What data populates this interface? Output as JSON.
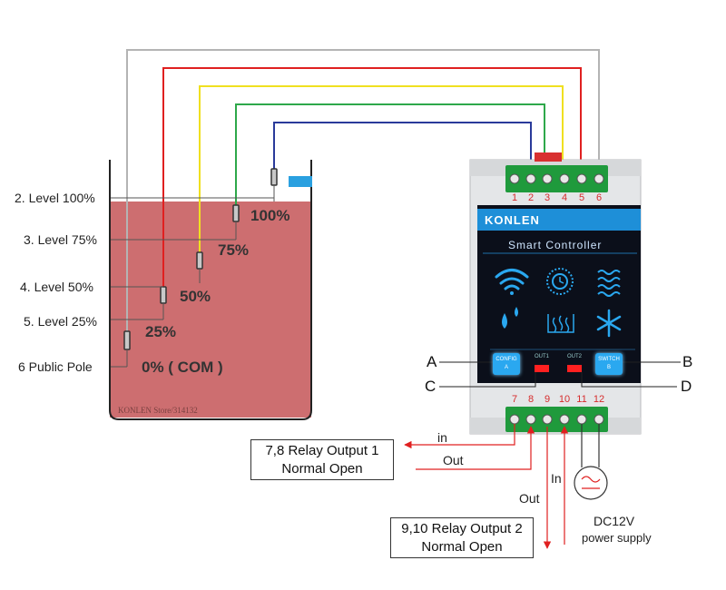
{
  "levels": [
    {
      "label": "2. Level 100%",
      "pct": "100%"
    },
    {
      "label": "3. Level 75%",
      "pct": "75%"
    },
    {
      "label": "4. Level 50%",
      "pct": "50%"
    },
    {
      "label": "5. Level 25%",
      "pct": "25%"
    },
    {
      "label": "6 Public Pole",
      "pct": "0% ( COM )"
    }
  ],
  "tank_watermark": "KONLEN Store/314132",
  "controller": {
    "brand": "KONLEN",
    "subtitle": "Smart Controller",
    "top_terminals": [
      "1",
      "2",
      "3",
      "4",
      "5",
      "6"
    ],
    "bottom_terminals": [
      "7",
      "8",
      "9",
      "10",
      "11",
      "12"
    ],
    "config_button": {
      "line1": "CONFIG",
      "line2": "A"
    },
    "switch_button": {
      "line1": "SWITCH",
      "line2": "B"
    },
    "out1_label": "OUT1",
    "out2_label": "OUT2",
    "icons": [
      "wifi-icon",
      "clock-icon",
      "water-waves-icon",
      "droplets-icon",
      "heating-icon",
      "snowflake-icon"
    ]
  },
  "callouts": {
    "a": "A",
    "b": "B",
    "c": "C",
    "d": "D"
  },
  "relay1": {
    "line1": "7,8 Relay Output 1",
    "line2": "Normal Open",
    "in_label": "in",
    "out_label": "Out"
  },
  "relay2": {
    "line1": "9,10 Relay Output 2",
    "line2": "Normal Open",
    "in_label": "In",
    "out_label": "Out"
  },
  "power": {
    "line1": "DC12V",
    "line2": "power supply"
  },
  "colors": {
    "gray_wire": "#b4b4b4",
    "red_wire": "#e02020",
    "yellow_wire": "#f0e020",
    "green_wire": "#2ea84a",
    "blue_wire": "#2a3a9a",
    "tank_water": "#cd6e70",
    "panel_bg": "#0b0f1a",
    "panel_header": "#1e8fd8",
    "terminal_green": "#1f9a3c"
  }
}
